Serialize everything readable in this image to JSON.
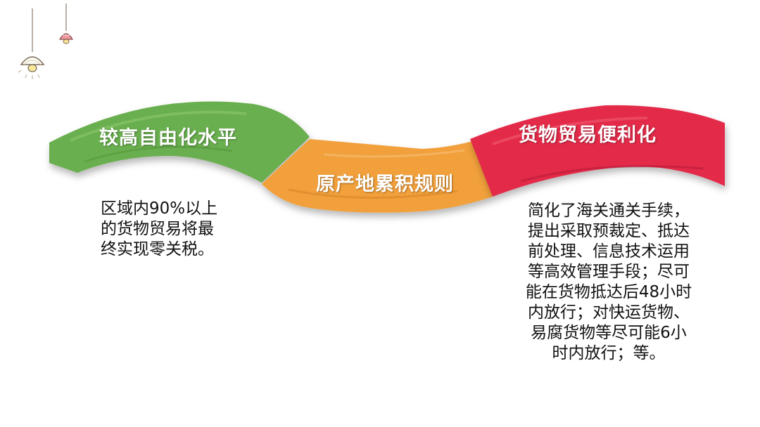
{
  "ribbons": [
    {
      "title": "较高自由化水平",
      "color": "#6aaf4f"
    },
    {
      "title": "原产地累积规则",
      "color": "#f1a03a"
    },
    {
      "title": "货物贸易便利化",
      "color": "#e32a4a"
    }
  ],
  "descriptions": {
    "left": [
      "区域内90%以上",
      "的货物贸易将最",
      "终实现零关税。"
    ],
    "right": [
      "简化了海关通关手续，",
      "提出采取预裁定、抵达",
      "前处理、信息技术运用",
      "等高效管理手段；尽可",
      "能在货物抵达后48小时",
      "内放行；对快运货物、",
      "易腐货物等尽可能6小",
      "时内放行；等。"
    ]
  },
  "icons": [
    "hanging-lamp-icon",
    "small-lamp-icon"
  ]
}
